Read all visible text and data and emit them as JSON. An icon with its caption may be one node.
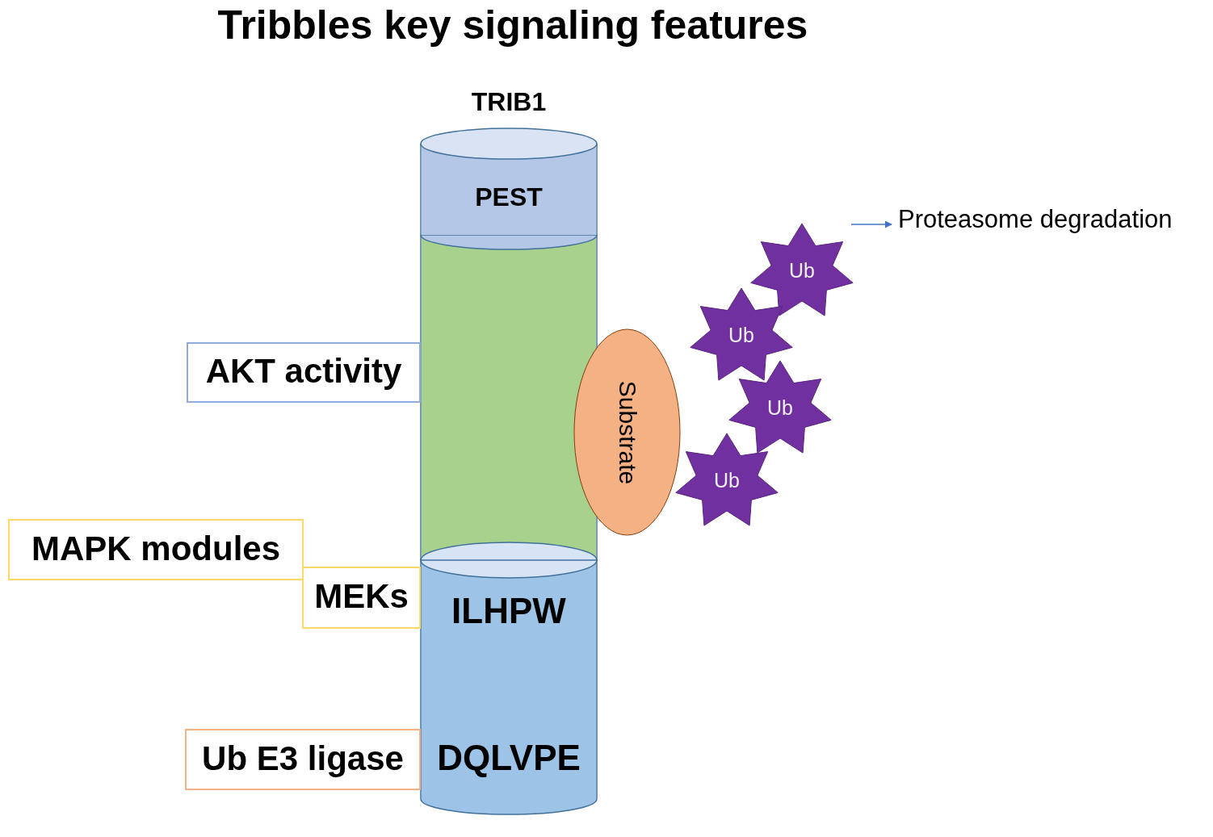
{
  "diagram": {
    "title": "Tribbles key signaling features",
    "nodes": [
      {
        "text": [
          "TRIB1"
        ]
      },
      {
        "text": [
          "PEST"
        ],
        "in": 0
      },
      {
        "text": [],
        "shape": "cylinder",
        "in": 0
      },
      {
        "text": [
          "ILHPW",
          "DQLVPE"
        ],
        "in": 0
      },
      {
        "text": [
          "AKT activity"
        ]
      },
      {
        "text": [
          "MAPK modules"
        ]
      },
      {
        "text": [
          "MEKs"
        ]
      },
      {
        "text": [
          "Ub E3 ligase"
        ]
      },
      {
        "text": [
          "Substrate"
        ]
      },
      {
        "text": [
          "Ub"
        ]
      },
      {
        "text": [
          "Ub"
        ]
      },
      {
        "text": [
          "Ub"
        ]
      },
      {
        "text": [
          "Ub"
        ]
      },
      {
        "text": [
          "Proteasome degradation"
        ]
      }
    ],
    "edges": [
      {
        "from": null,
        "to": 13,
        "arrow": "to"
      }
    ]
  }
}
